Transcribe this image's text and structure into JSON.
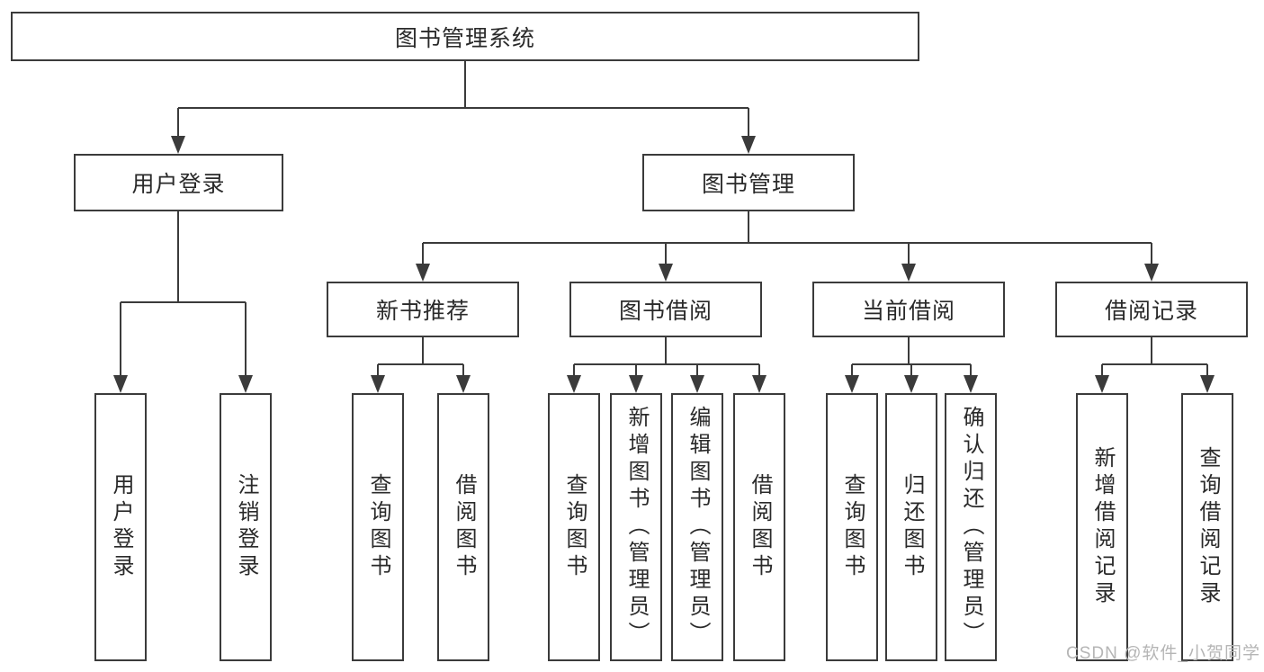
{
  "title": "图书管理系统",
  "colors": {
    "line": "#3b3b3b",
    "box_border": "#3b3b3b",
    "box_background": "#ffffff",
    "text": "#2a2a2a",
    "watermark": "#b5b5b5"
  },
  "nodes": {
    "root": {
      "label": "图书管理系统"
    },
    "user_login": {
      "label": "用户登录"
    },
    "book_mgmt": {
      "label": "图书管理"
    },
    "new_book_rec": {
      "label": "新书推荐"
    },
    "book_borrow": {
      "label": "图书借阅"
    },
    "current_borrow": {
      "label": "当前借阅"
    },
    "borrow_records": {
      "label": "借阅记录"
    },
    "leaf_user_login": {
      "label": "用户登录"
    },
    "leaf_logout": {
      "label": "注销登录"
    },
    "leaf_rec_query_books": {
      "label": "查询图书"
    },
    "leaf_rec_borrow_books": {
      "label": "借阅图书"
    },
    "leaf_bb_query_books": {
      "label": "查询图书"
    },
    "leaf_bb_add_books": {
      "label": "新增图书（管理员）"
    },
    "leaf_bb_edit_books": {
      "label": "编辑图书（管理员）"
    },
    "leaf_bb_borrow_books": {
      "label": "借阅图书"
    },
    "leaf_cb_query_books": {
      "label": "查询图书"
    },
    "leaf_cb_return_books": {
      "label": "归还图书"
    },
    "leaf_cb_confirm_return": {
      "label": "确认归还（管理员）"
    },
    "leaf_br_add_record": {
      "label": "新增借阅记录"
    },
    "leaf_br_query_record": {
      "label": "查询借阅记录"
    }
  },
  "watermark": "CSDN @软件_小贺同学"
}
